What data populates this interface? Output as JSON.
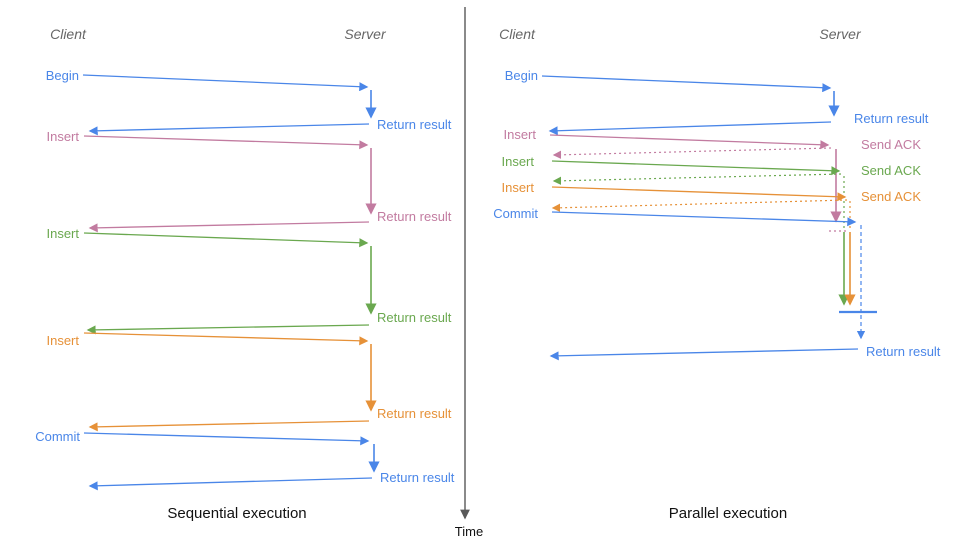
{
  "colors": {
    "blue": "#4a86e8",
    "pink": "#c27ba0",
    "green": "#6aa84f",
    "orange": "#e69138",
    "axis": "#595959",
    "header_gray": "#666666",
    "title_black": "#111111"
  },
  "time_axis": {
    "label": "Time"
  },
  "sequential": {
    "title": "Sequential execution",
    "client_header": "Client",
    "server_header": "Server",
    "operations": [
      {
        "label": "Begin",
        "color": "blue",
        "response": "Return result"
      },
      {
        "label": "Insert",
        "color": "pink",
        "response": "Return result"
      },
      {
        "label": "Insert",
        "color": "green",
        "response": "Return result"
      },
      {
        "label": "Insert",
        "color": "orange",
        "response": "Return result"
      },
      {
        "label": "Commit",
        "color": "blue",
        "response": "Return result"
      }
    ]
  },
  "parallel": {
    "title": "Parallel execution",
    "client_header": "Client",
    "server_header": "Server",
    "operations": [
      {
        "label": "Begin",
        "color": "blue",
        "response": "Return result"
      },
      {
        "label": "Insert",
        "color": "pink",
        "response": "Send ACK"
      },
      {
        "label": "Insert",
        "color": "green",
        "response": "Send ACK"
      },
      {
        "label": "Insert",
        "color": "orange",
        "response": "Send ACK"
      },
      {
        "label": "Commit",
        "color": "blue"
      }
    ],
    "final_response": "Return result"
  }
}
